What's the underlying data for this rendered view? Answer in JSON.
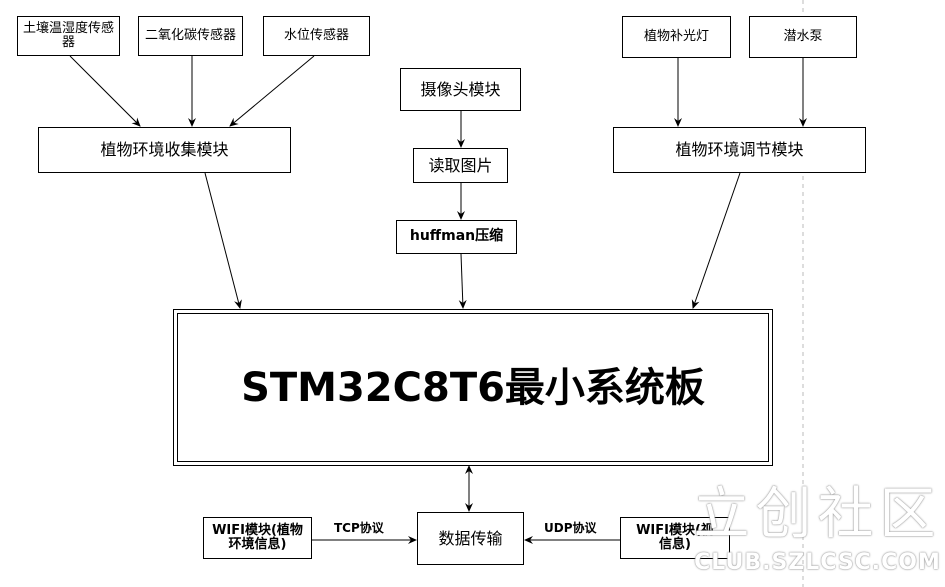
{
  "sensors": {
    "soil": "土壤温湿度传感器",
    "co2": "二氧化碳传感器",
    "water": "水位传感器"
  },
  "collect": "植物环境收集模块",
  "camera": "摄像头模块",
  "read_image": "读取图片",
  "huffman": "huffman压缩",
  "actuators": {
    "lamp": "植物补光灯",
    "pump": "潜水泵"
  },
  "adjust": "植物环境调节模块",
  "main_board": "STM32C8T6最小系统板",
  "data_transfer": "数据传输",
  "wifi_left": "WIFI模块(植物环境信息)",
  "wifi_right_line1": "WIFI模块(视",
  "wifi_right_line2": "信息)",
  "tcp": "TCP协议",
  "udp": "UDP协议",
  "watermark": {
    "title": "立创社区",
    "url": "CLUB.SZLCSC.COM"
  }
}
